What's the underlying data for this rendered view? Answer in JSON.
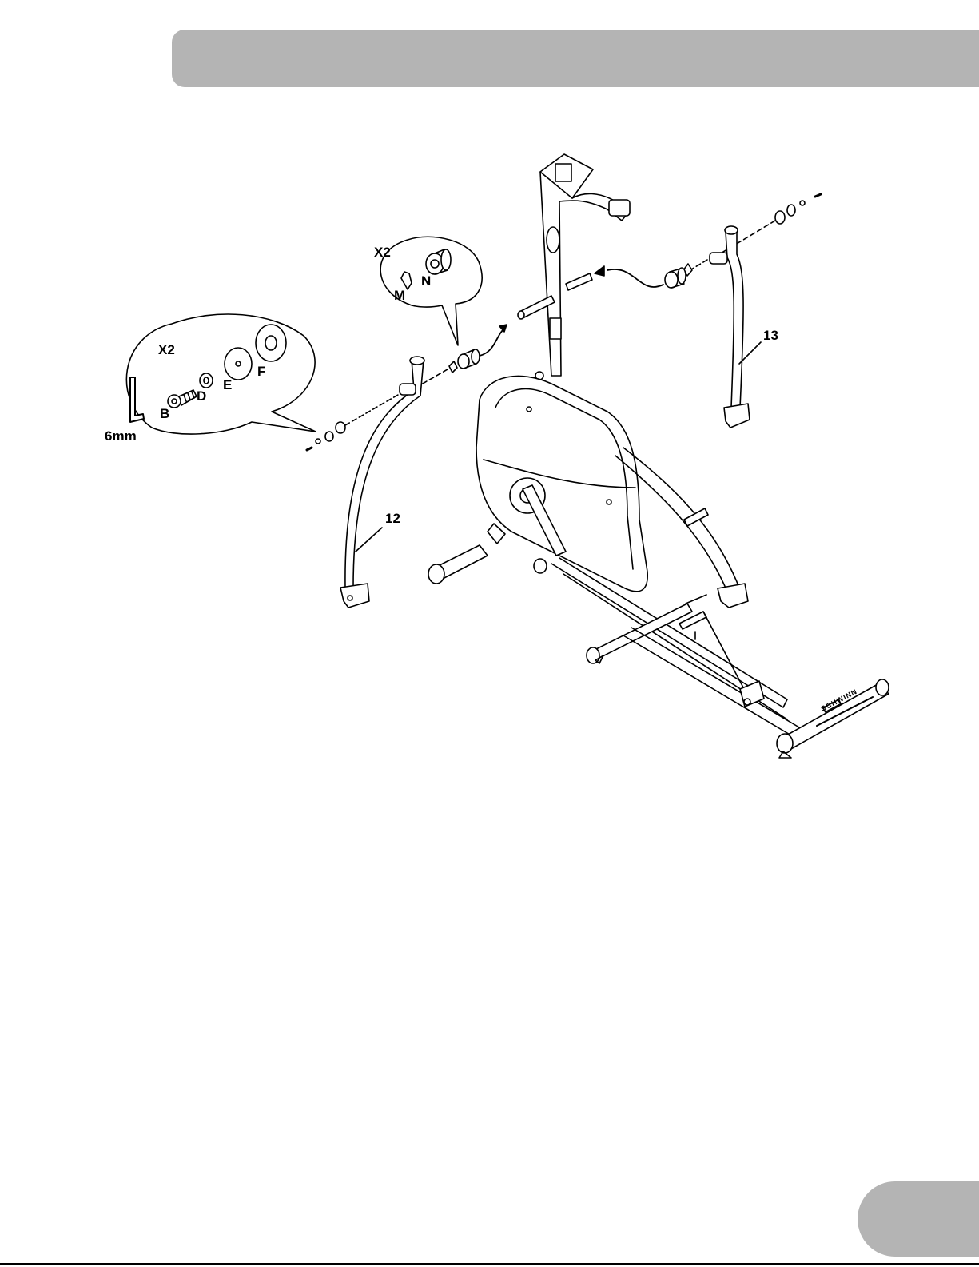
{
  "callouts": {
    "qty_bolts": "X2",
    "qty_bushing": "X2",
    "hex_key": "6mm",
    "bolt": "B",
    "lock_washer": "D",
    "flat_washer": "E",
    "large_washer": "F",
    "clip": "M",
    "bushing": "N",
    "left_arm": "12",
    "right_arm": "13"
  },
  "brand_mark": "SCHWINN",
  "colors": {
    "header_bar": "#b4b4b4",
    "page_tab": "#b4b4b4",
    "line_art": "#000000"
  }
}
